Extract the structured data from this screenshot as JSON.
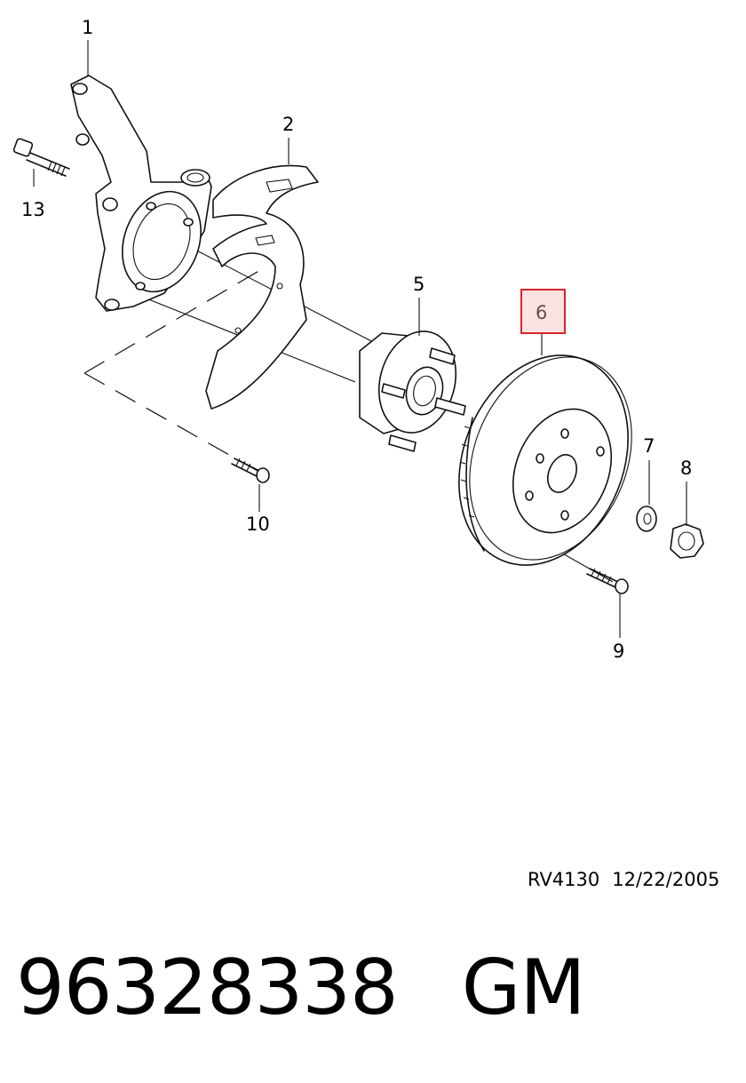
{
  "callouts": {
    "c1": "1",
    "c2": "2",
    "c5": "5",
    "c6": "6",
    "c7": "7",
    "c8": "8",
    "c9": "9",
    "c10": "10",
    "c13": "13"
  },
  "highlight_color": "#d9242b",
  "highlight_fill": "#fbe3e3",
  "reference": {
    "code": "RV4130",
    "date": "12/22/2005"
  },
  "part": {
    "number": "96328338",
    "brand": "GM"
  }
}
